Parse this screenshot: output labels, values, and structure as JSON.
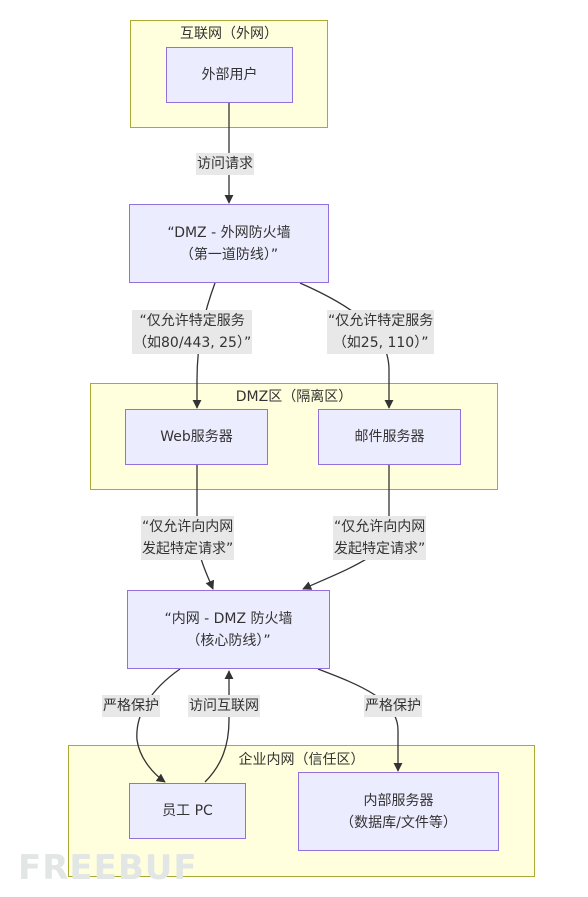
{
  "clusters": {
    "internet": "互联网（外网）",
    "dmz": "DMZ区（隔离区）",
    "intranet": "企业内网（信任区）"
  },
  "nodes": {
    "external_user": "外部用户",
    "outer_firewall": [
      "“DMZ - 外网防火墙",
      "（第一道防线）”"
    ],
    "web_server": "Web服务器",
    "mail_server": "邮件服务器",
    "inner_firewall": [
      "“内网 - DMZ 防火墙",
      "（核心防线）”"
    ],
    "employee_pc": "员工 PC",
    "internal_server": [
      "内部服务器",
      "（数据库/文件等）"
    ]
  },
  "edges": {
    "user_to_fw": "访问请求",
    "fw_to_web": [
      "“仅允许特定服务",
      "（如80/443, 25）”"
    ],
    "fw_to_mail": [
      "“仅允许特定服务",
      "（如25, 110）”"
    ],
    "web_to_innerfw": [
      "“仅允许向内网",
      "发起特定请求”"
    ],
    "mail_to_innerfw": [
      "“仅允许向内网",
      "发起特定请求”"
    ],
    "innerfw_to_pc": "严格保护",
    "pc_to_innerfw": "访问互联网",
    "innerfw_to_server": "严格保护"
  },
  "watermark": "FREEBUF",
  "colors": {
    "cluster_fill": "#ffffde",
    "cluster_border": "#aaaa33",
    "node_fill": "#ececff",
    "node_border": "#9370db",
    "edge": "#333333",
    "edge_label_bg": "#e8e8e8"
  }
}
